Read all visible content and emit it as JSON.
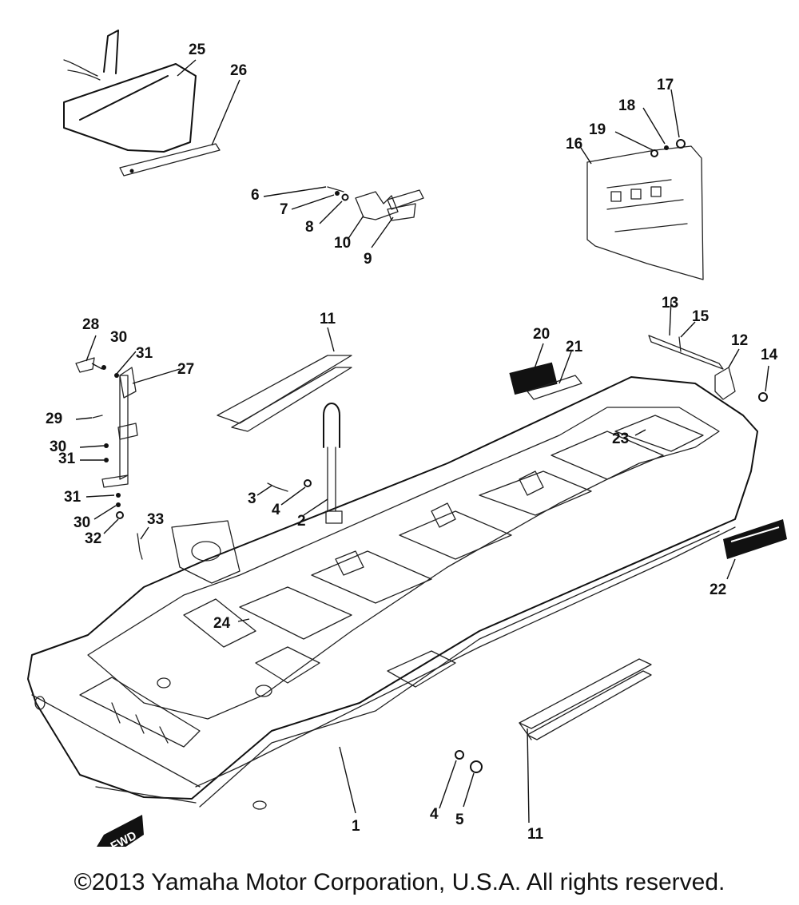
{
  "callouts": [
    {
      "id": "c1",
      "text": "1"
    },
    {
      "id": "c2",
      "text": "2"
    },
    {
      "id": "c3",
      "text": "3"
    },
    {
      "id": "c4a",
      "text": "4"
    },
    {
      "id": "c4b",
      "text": "4"
    },
    {
      "id": "c5",
      "text": "5"
    },
    {
      "id": "c6",
      "text": "6"
    },
    {
      "id": "c7",
      "text": "7"
    },
    {
      "id": "c8",
      "text": "8"
    },
    {
      "id": "c9",
      "text": "9"
    },
    {
      "id": "c10",
      "text": "10"
    },
    {
      "id": "c11a",
      "text": "11"
    },
    {
      "id": "c11b",
      "text": "11"
    },
    {
      "id": "c12",
      "text": "12"
    },
    {
      "id": "c13",
      "text": "13"
    },
    {
      "id": "c14",
      "text": "14"
    },
    {
      "id": "c15",
      "text": "15"
    },
    {
      "id": "c16",
      "text": "16"
    },
    {
      "id": "c17",
      "text": "17"
    },
    {
      "id": "c18",
      "text": "18"
    },
    {
      "id": "c19",
      "text": "19"
    },
    {
      "id": "c20",
      "text": "20"
    },
    {
      "id": "c21",
      "text": "21"
    },
    {
      "id": "c22",
      "text": "22"
    },
    {
      "id": "c23",
      "text": "23"
    },
    {
      "id": "c24",
      "text": "24"
    },
    {
      "id": "c25",
      "text": "25"
    },
    {
      "id": "c26",
      "text": "26"
    },
    {
      "id": "c27",
      "text": "27"
    },
    {
      "id": "c28",
      "text": "28"
    },
    {
      "id": "c29",
      "text": "29"
    },
    {
      "id": "c30a",
      "text": "30"
    },
    {
      "id": "c30b",
      "text": "30"
    },
    {
      "id": "c30c",
      "text": "30"
    },
    {
      "id": "c31a",
      "text": "31"
    },
    {
      "id": "c31b",
      "text": "31"
    },
    {
      "id": "c31c",
      "text": "31"
    },
    {
      "id": "c32",
      "text": "32"
    },
    {
      "id": "c33",
      "text": "33"
    }
  ],
  "fwd_label": "FWD",
  "copyright": "©2013 Yamaha Motor Corporation, U.S.A. All rights reserved."
}
